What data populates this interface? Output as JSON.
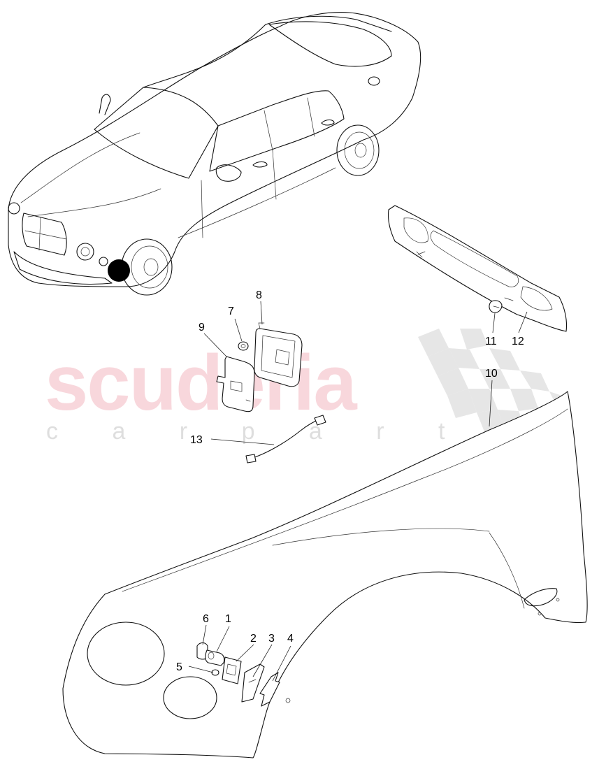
{
  "watermark": {
    "brand": "scuderia",
    "tagline": "c a r  p a r t s",
    "colors": {
      "brand": "#f3b7bf",
      "tagline": "#d0d0d0",
      "checker": "#d8d8d8"
    }
  },
  "callouts": [
    {
      "id": "1",
      "label": "1"
    },
    {
      "id": "2",
      "label": "2"
    },
    {
      "id": "3",
      "label": "3"
    },
    {
      "id": "4",
      "label": "4"
    },
    {
      "id": "5",
      "label": "5"
    },
    {
      "id": "6",
      "label": "6"
    },
    {
      "id": "7",
      "label": "7"
    },
    {
      "id": "8",
      "label": "8"
    },
    {
      "id": "9",
      "label": "9"
    },
    {
      "id": "10",
      "label": "10"
    },
    {
      "id": "11",
      "label": "11"
    },
    {
      "id": "12",
      "label": "12"
    },
    {
      "id": "13",
      "label": "13"
    }
  ],
  "colors": {
    "line": "#111111",
    "background": "#ffffff",
    "location_marker": "#000000"
  }
}
